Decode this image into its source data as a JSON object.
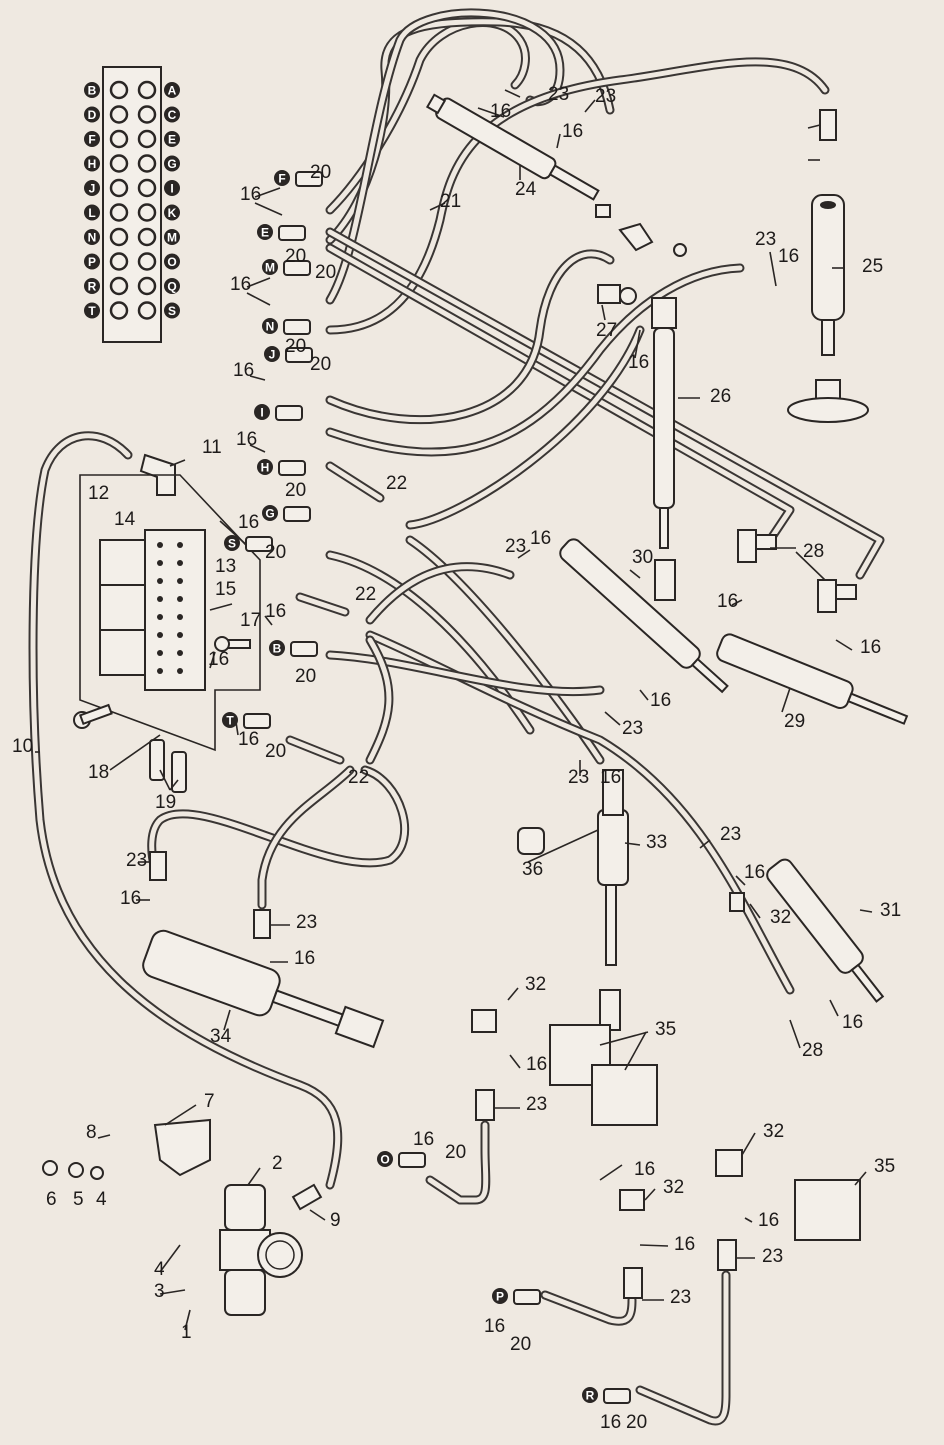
{
  "diagram": {
    "manifold_ports": {
      "left": [
        "B",
        "D",
        "F",
        "H",
        "J",
        "L",
        "N",
        "P",
        "R",
        "T"
      ],
      "right": [
        "A",
        "C",
        "E",
        "G",
        "I",
        "K",
        "M",
        "O",
        "Q",
        "S"
      ]
    },
    "colors": {
      "ink": "#2a2624",
      "paper": "#efe9e1"
    },
    "callouts": [
      {
        "id": "c23a",
        "text": "23"
      },
      {
        "id": "c16a",
        "text": "16"
      },
      {
        "id": "c23b",
        "text": "23"
      },
      {
        "id": "c16b",
        "text": "16"
      },
      {
        "id": "c24",
        "text": "24"
      },
      {
        "id": "c21",
        "text": "21"
      },
      {
        "id": "c23c",
        "text": "23"
      },
      {
        "id": "c16c",
        "text": "16"
      },
      {
        "id": "c25",
        "text": "25"
      },
      {
        "id": "c27",
        "text": "27"
      },
      {
        "id": "c16d",
        "text": "16"
      },
      {
        "id": "c26",
        "text": "26"
      },
      {
        "id": "c16e",
        "text": "16"
      },
      {
        "id": "c20a",
        "text": "20"
      },
      {
        "id": "c20b",
        "text": "20"
      },
      {
        "id": "c16f",
        "text": "16"
      },
      {
        "id": "c20c",
        "text": "20"
      },
      {
        "id": "c20d",
        "text": "20"
      },
      {
        "id": "c16g",
        "text": "16"
      },
      {
        "id": "c20e",
        "text": "20"
      },
      {
        "id": "c16h",
        "text": "16"
      },
      {
        "id": "c20f",
        "text": "20"
      },
      {
        "id": "c11",
        "text": "11"
      },
      {
        "id": "c22a",
        "text": "22"
      },
      {
        "id": "c12",
        "text": "12"
      },
      {
        "id": "c14",
        "text": "14"
      },
      {
        "id": "c13",
        "text": "13"
      },
      {
        "id": "c15",
        "text": "15"
      },
      {
        "id": "c16i",
        "text": "16"
      },
      {
        "id": "c20g",
        "text": "20"
      },
      {
        "id": "c17",
        "text": "17"
      },
      {
        "id": "c16j",
        "text": "16"
      },
      {
        "id": "c16k",
        "text": "16"
      },
      {
        "id": "c20h",
        "text": "20"
      },
      {
        "id": "c22b",
        "text": "22"
      },
      {
        "id": "c16l",
        "text": "16"
      },
      {
        "id": "c20i",
        "text": "20"
      },
      {
        "id": "c18",
        "text": "18"
      },
      {
        "id": "c19",
        "text": "19"
      },
      {
        "id": "c22c",
        "text": "22"
      },
      {
        "id": "c10",
        "text": "10"
      },
      {
        "id": "c23d",
        "text": "23"
      },
      {
        "id": "c16m",
        "text": "16"
      },
      {
        "id": "c30",
        "text": "30"
      },
      {
        "id": "c23e",
        "text": "23"
      },
      {
        "id": "c16n",
        "text": "16"
      },
      {
        "id": "c23f",
        "text": "23"
      },
      {
        "id": "c16o",
        "text": "16"
      },
      {
        "id": "c28a",
        "text": "28"
      },
      {
        "id": "c16p",
        "text": "16"
      },
      {
        "id": "c16q",
        "text": "16"
      },
      {
        "id": "c29",
        "text": "29"
      },
      {
        "id": "c33",
        "text": "33"
      },
      {
        "id": "c36",
        "text": "36"
      },
      {
        "id": "c23g",
        "text": "23"
      },
      {
        "id": "c16r",
        "text": "16"
      },
      {
        "id": "c32a",
        "text": "32"
      },
      {
        "id": "c31",
        "text": "31"
      },
      {
        "id": "c16s",
        "text": "16"
      },
      {
        "id": "c28b",
        "text": "28"
      },
      {
        "id": "c23h",
        "text": "23"
      },
      {
        "id": "c16t",
        "text": "16"
      },
      {
        "id": "c23i",
        "text": "23"
      },
      {
        "id": "c16u",
        "text": "16"
      },
      {
        "id": "c34",
        "text": "34"
      },
      {
        "id": "c32b",
        "text": "32"
      },
      {
        "id": "c35a",
        "text": "35"
      },
      {
        "id": "c16v",
        "text": "16"
      },
      {
        "id": "c23j",
        "text": "23"
      },
      {
        "id": "c7",
        "text": "7"
      },
      {
        "id": "c8",
        "text": "8"
      },
      {
        "id": "c2",
        "text": "2"
      },
      {
        "id": "c9",
        "text": "9"
      },
      {
        "id": "c6",
        "text": "6"
      },
      {
        "id": "c5",
        "text": "5"
      },
      {
        "id": "c4a",
        "text": "4"
      },
      {
        "id": "c4b",
        "text": "4"
      },
      {
        "id": "c3",
        "text": "3"
      },
      {
        "id": "c1",
        "text": "1"
      },
      {
        "id": "c16w",
        "text": "16"
      },
      {
        "id": "c20j",
        "text": "20"
      },
      {
        "id": "c16x",
        "text": "16"
      },
      {
        "id": "c32c",
        "text": "32"
      },
      {
        "id": "c16y",
        "text": "16"
      },
      {
        "id": "c23k",
        "text": "23"
      },
      {
        "id": "c16z",
        "text": "16"
      },
      {
        "id": "c20k",
        "text": "20"
      },
      {
        "id": "c32d",
        "text": "32"
      },
      {
        "id": "c35b",
        "text": "35"
      },
      {
        "id": "c16aa",
        "text": "16"
      },
      {
        "id": "c23l",
        "text": "23"
      },
      {
        "id": "c16ab",
        "text": "16"
      },
      {
        "id": "c20l",
        "text": "20"
      }
    ],
    "port_badges": [
      {
        "id": "bF",
        "text": "F"
      },
      {
        "id": "bE",
        "text": "E"
      },
      {
        "id": "bM",
        "text": "M"
      },
      {
        "id": "bN",
        "text": "N"
      },
      {
        "id": "bJ",
        "text": "J"
      },
      {
        "id": "bI",
        "text": "I"
      },
      {
        "id": "bH",
        "text": "H"
      },
      {
        "id": "bG",
        "text": "G"
      },
      {
        "id": "bS",
        "text": "S"
      },
      {
        "id": "bB",
        "text": "B"
      },
      {
        "id": "bT",
        "text": "T"
      },
      {
        "id": "bO",
        "text": "O"
      },
      {
        "id": "bP",
        "text": "P"
      },
      {
        "id": "bR",
        "text": "R"
      }
    ]
  }
}
